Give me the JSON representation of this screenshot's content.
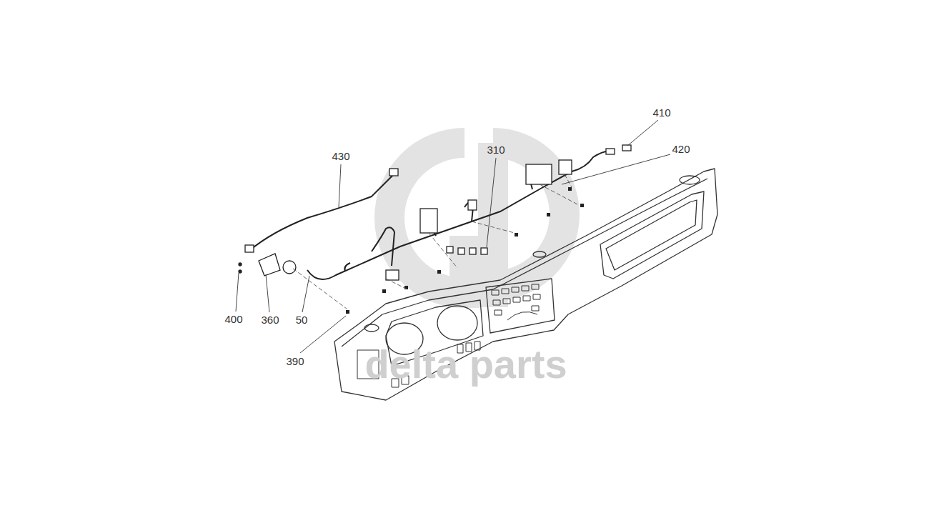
{
  "diagram": {
    "labels": [
      "410",
      "430",
      "310",
      "420",
      "400",
      "360",
      "50",
      "390",
      "delta parts"
    ]
  }
}
